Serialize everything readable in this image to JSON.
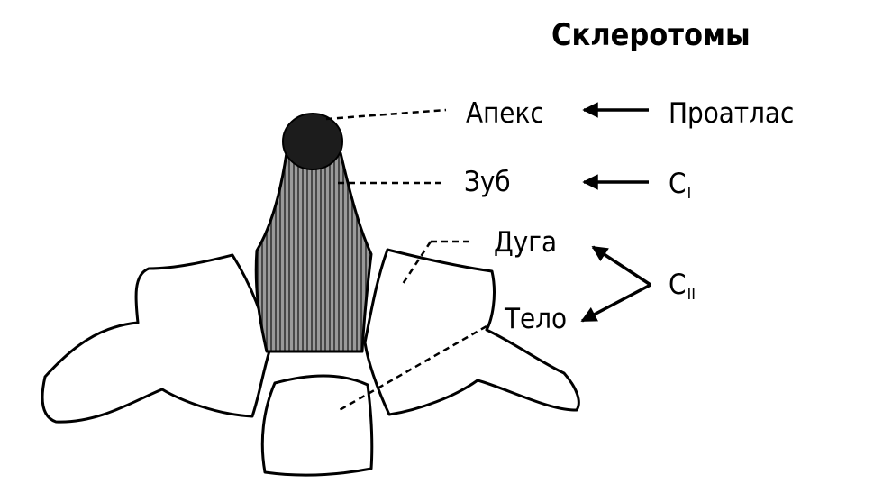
{
  "title": "Склеротомы",
  "parts": {
    "apex": "Апекс",
    "tooth": "Зуб",
    "arch": "Дуга",
    "body": "Тело"
  },
  "sources": {
    "proatlas": "Проатлас",
    "c1_letter": "C",
    "c1_sub": "I",
    "c2_letter": "C",
    "c2_sub": "II"
  }
}
